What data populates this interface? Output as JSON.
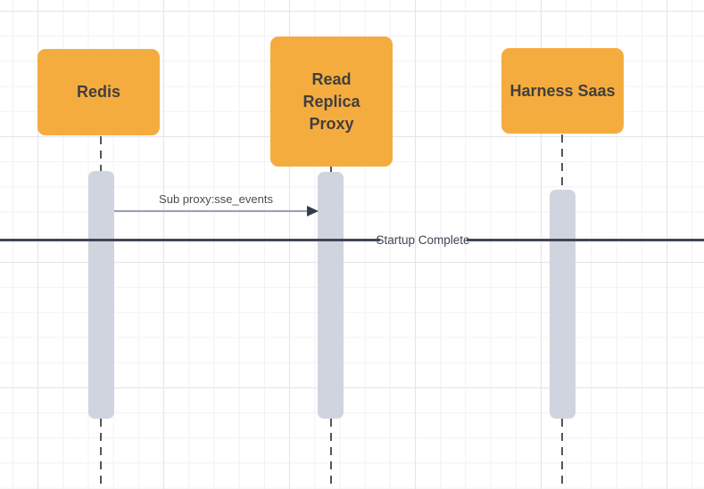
{
  "diagram": {
    "type": "sequence-diagram",
    "actors": [
      {
        "id": "redis",
        "label": "Redis"
      },
      {
        "id": "read-replica-proxy",
        "label": "Read Replica Proxy"
      },
      {
        "id": "harness-saas",
        "label": "Harness Saas"
      }
    ],
    "messages": [
      {
        "from": "Redis",
        "to": "Read Replica Proxy",
        "label": "Sub proxy:sse_events",
        "style": "solid-arrow"
      }
    ],
    "divider": {
      "label": "Startup Complete"
    },
    "colors": {
      "actor_fill": "#f5ac3e",
      "actor_text": "#3f3f3f",
      "activation_fill": "#cfd4de",
      "divider_line": "#3f4555",
      "arrow_line": "#9ba1ac",
      "arrow_head": "#343b4c",
      "lifeline": "#555555",
      "grid_minor": "#f2f2f4",
      "grid_major": "#e4e4e6"
    }
  }
}
